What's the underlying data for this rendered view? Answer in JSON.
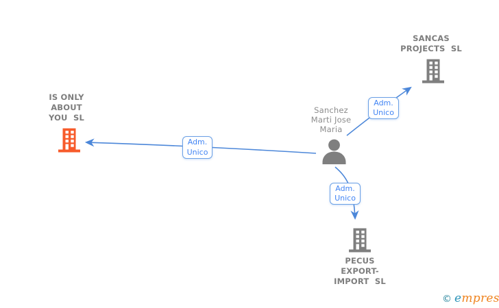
{
  "diagram": {
    "type": "corporate-relationship-graph",
    "background": "#ffffff"
  },
  "colors": {
    "highlighted_company": "#f75b2b",
    "entity_gray": "#7f7f7f",
    "label_text_gray": "#7d7d7d",
    "person_text_gray": "#8c8c8c",
    "arrow_blue": "#4c87d9",
    "edge_label_text": "#4285f4",
    "edge_label_border": "#6ba0e5",
    "watermark_teal": "#23839b",
    "watermark_orange": "#ef8420"
  },
  "nodes": {
    "company_left": {
      "name": "IS ONLY ABOUT YOU SL",
      "type": "company",
      "highlighted": true,
      "lines": [
        "IS ONLY",
        "ABOUT",
        "YOU  SL"
      ]
    },
    "company_topright": {
      "name": "SANCAS PROJECTS SL",
      "type": "company",
      "highlighted": false,
      "lines": [
        "SANCAS",
        "PROJECTS  SL"
      ]
    },
    "person": {
      "name": "Sanchez Marti Jose Maria",
      "type": "person",
      "lines": [
        "Sanchez",
        "Marti Jose",
        "Maria"
      ]
    },
    "company_bottom": {
      "name": "PECUS EXPORT-IMPORT SL",
      "type": "company",
      "highlighted": false,
      "lines": [
        "PECUS",
        "EXPORT-",
        "IMPORT  SL"
      ]
    }
  },
  "edges": {
    "person_to_company_left": {
      "from": "Sanchez Marti Jose Maria",
      "to": "IS ONLY ABOUT YOU SL",
      "role": "Adm. Unico",
      "role_lines": [
        "Adm.",
        "Unico"
      ]
    },
    "person_to_company_topright": {
      "from": "Sanchez Marti Jose Maria",
      "to": "SANCAS PROJECTS SL",
      "role": "Adm. Unico",
      "role_lines": [
        "Adm.",
        "Unico"
      ]
    },
    "person_to_company_bottom": {
      "from": "Sanchez Marti Jose Maria",
      "to": "PECUS EXPORT-IMPORT SL",
      "role": "Adm. Unico",
      "role_lines": [
        "Adm.",
        "Unico"
      ]
    }
  },
  "watermark": {
    "copyright_symbol": "©",
    "brand_first_letter": "e",
    "brand_rest": "mpresia"
  }
}
